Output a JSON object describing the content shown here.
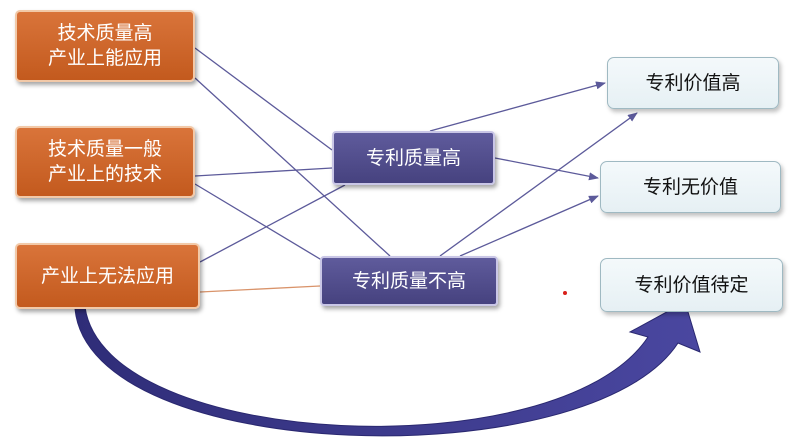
{
  "left_boxes": {
    "high_quality_applicable": "技术质量高\n产业上能应用",
    "average_quality": "技术质量一般\n产业上的技术",
    "not_applicable": "产业上无法应用"
  },
  "middle_boxes": {
    "patent_quality_high": "专利质量高",
    "patent_quality_not_high": "专利质量不高"
  },
  "right_boxes": {
    "value_high": "专利价值高",
    "no_value": "专利无价值",
    "value_pending": "专利价值待定"
  },
  "colors": {
    "left_box": "#c8632a",
    "middle_box": "#524e8d",
    "right_box": "#eef5f8",
    "connector": "#5c5a9a",
    "orange_connector": "#d9936a",
    "big_arrow": "#3c3a87"
  }
}
